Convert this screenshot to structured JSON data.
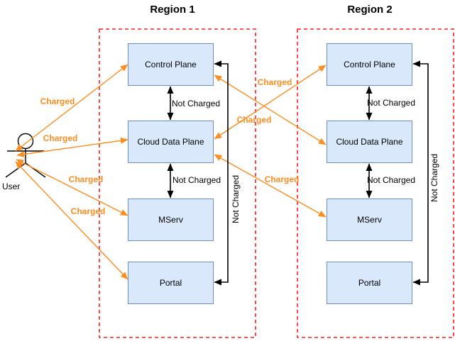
{
  "regions": [
    {
      "title": "Region 1",
      "nodes": [
        "Control Plane",
        "Cloud Data Plane",
        "MServ",
        "Portal"
      ]
    },
    {
      "title": "Region 2",
      "nodes": [
        "Control Plane",
        "Cloud Data Plane",
        "MServ",
        "Portal"
      ]
    }
  ],
  "actor": {
    "label": "User"
  },
  "edges": [
    {
      "from": "User",
      "to": "Region 1 / Control Plane",
      "label": "Charged",
      "direction": "both",
      "color": "#ff8c1f"
    },
    {
      "from": "User",
      "to": "Region 1 / Cloud Data Plane",
      "label": "Charged",
      "direction": "both",
      "color": "#ff8c1f"
    },
    {
      "from": "User",
      "to": "Region 1 / MServ",
      "label": "Charged",
      "direction": "both",
      "color": "#ff8c1f"
    },
    {
      "from": "User",
      "to": "Region 1 / Portal",
      "label": "Charged",
      "direction": "both",
      "color": "#ff8c1f"
    },
    {
      "from": "Region 1 / Cloud Data Plane",
      "to": "Region 2 / Control Plane",
      "label": "Charged",
      "direction": "both",
      "color": "#ff8c1f"
    },
    {
      "from": "Region 1 / Control Plane",
      "to": "Region 2 / Cloud Data Plane",
      "label": "Charged",
      "direction": "both",
      "color": "#ff8c1f"
    },
    {
      "from": "Region 1 / Cloud Data Plane",
      "to": "Region 2 / MServ",
      "label": "Charged",
      "direction": "both",
      "color": "#ff8c1f"
    },
    {
      "from": "Region 1 / Control Plane",
      "to": "Region 1 / Cloud Data Plane",
      "label": "Not Charged",
      "direction": "both",
      "color": "#000000"
    },
    {
      "from": "Region 1 / Cloud Data Plane",
      "to": "Region 1 / MServ",
      "label": "Not Charged",
      "direction": "both",
      "color": "#000000"
    },
    {
      "from": "Region 1 / Portal",
      "to": "Region 1 / Control Plane",
      "label": "Not Charged",
      "direction": "both",
      "color": "#000000",
      "label_rotated": true
    },
    {
      "from": "Region 2 / Control Plane",
      "to": "Region 2 / Cloud Data Plane",
      "label": "Not Charged",
      "direction": "both",
      "color": "#000000"
    },
    {
      "from": "Region 2 / Cloud Data Plane",
      "to": "Region 2 / MServ",
      "label": "Not Charged",
      "direction": "both",
      "color": "#000000"
    },
    {
      "from": "Region 2 / Portal",
      "to": "Region 2 / Control Plane",
      "label": "Not Charged",
      "direction": "both",
      "color": "#000000",
      "label_rotated": true
    }
  ],
  "colors": {
    "charged_orange": "#ff8c1f",
    "not_charged_black": "#000000",
    "node_fill": "#dae8fc",
    "node_border": "#6c8ebf",
    "region_border_red": "#ff1f1f"
  }
}
